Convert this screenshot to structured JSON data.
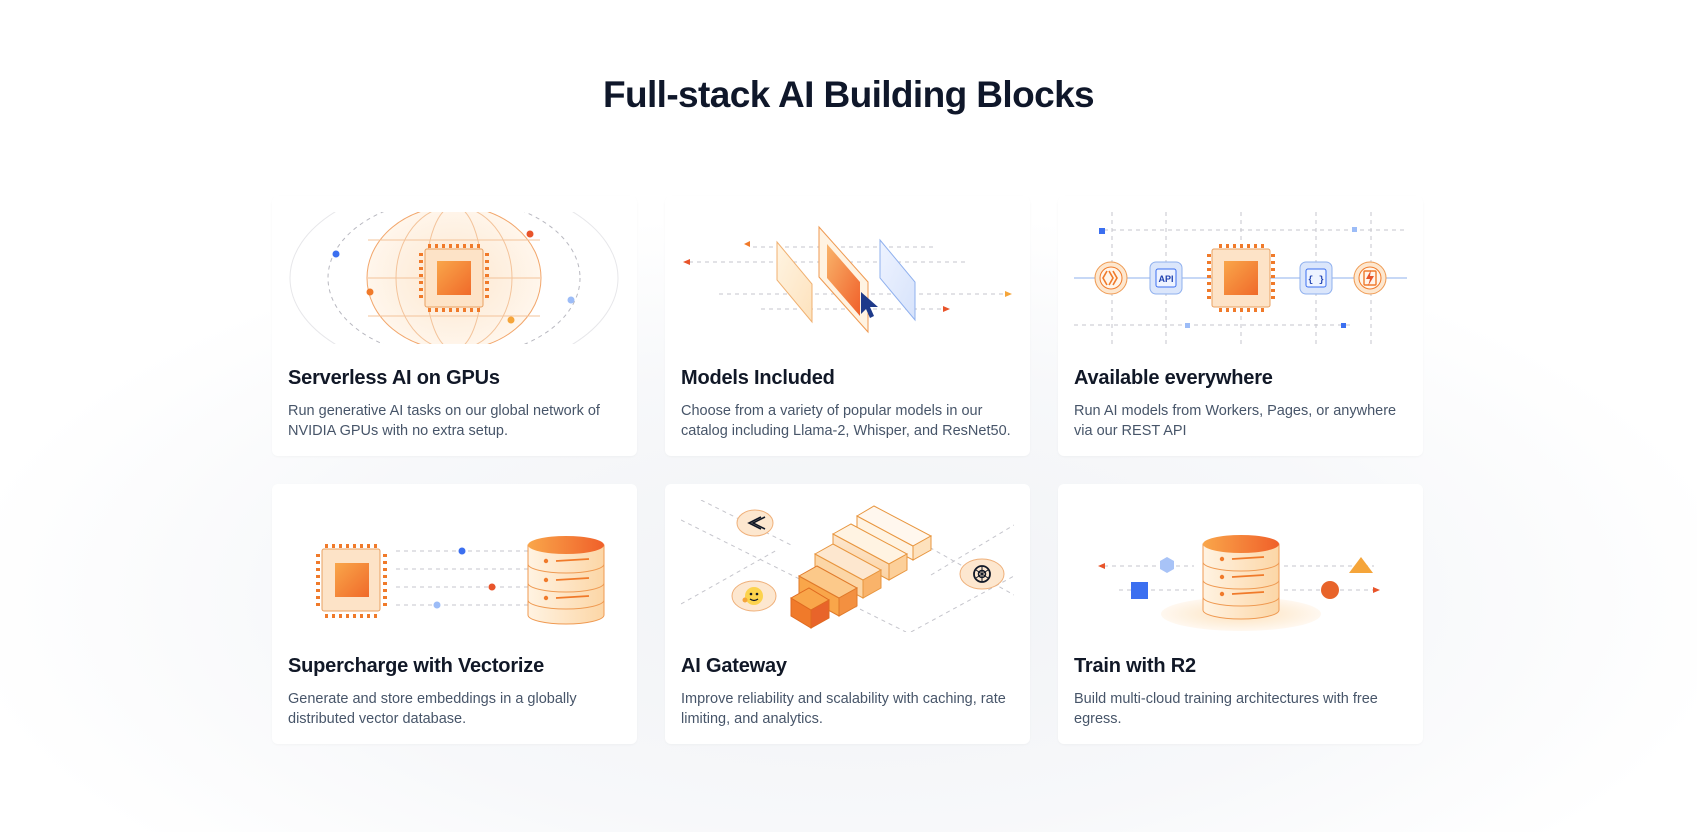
{
  "page": {
    "title": "Full-stack AI Building Blocks"
  },
  "colors": {
    "accent_orange": "#f6821f",
    "accent_blue": "#3b6ff0",
    "title_text": "#0f172a",
    "body_text": "#475569"
  },
  "cards": [
    {
      "title": "Serverless AI on GPUs",
      "description": "Run generative AI tasks on our global network of NVIDIA GPUs with no extra setup.",
      "illustration": "gpu-globe-illustration"
    },
    {
      "title": "Models Included",
      "description": "Choose from a variety of popular models in our catalog including Llama-2, Whisper, and ResNet50.",
      "illustration": "model-panels-illustration"
    },
    {
      "title": "Available everywhere",
      "description": "Run AI models from Workers, Pages, or anywhere via our REST API",
      "illustration": "network-chip-illustration",
      "icon_labels": [
        "API",
        "{ }"
      ]
    },
    {
      "title": "Supercharge with Vectorize",
      "description": "Generate and store embeddings in a globally distributed vector database.",
      "illustration": "chip-database-illustration"
    },
    {
      "title": "AI Gateway",
      "description": "Improve reliability and scalability with caching, rate limiting, and analytics.",
      "illustration": "gateway-stairs-illustration"
    },
    {
      "title": "Train with R2",
      "description": "Build multi-cloud training architectures with free egress.",
      "illustration": "r2-database-illustration"
    }
  ]
}
